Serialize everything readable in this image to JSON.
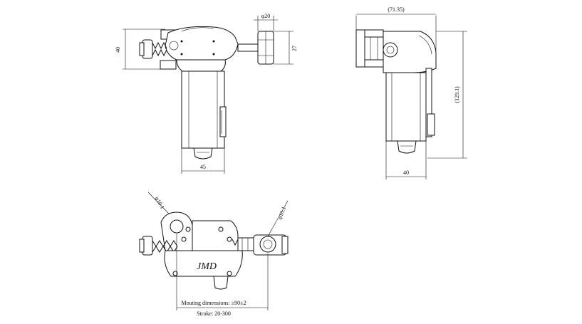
{
  "front_view": {
    "dim_height": "40",
    "dim_shaft_diameter": "φ20",
    "dim_shaft_height": "27",
    "dim_width": "45"
  },
  "side_view": {
    "dim_overall_width": "(71.35)",
    "dim_overall_height": "(129.1)",
    "dim_body_width": "40"
  },
  "bottom_view": {
    "dim_left_hole": "φ10.1",
    "dim_right_hole": "φ10.1",
    "mounting_dimensions": "Mouting dimensions: ≥90±2",
    "stroke": "Stroke: 20-300"
  }
}
